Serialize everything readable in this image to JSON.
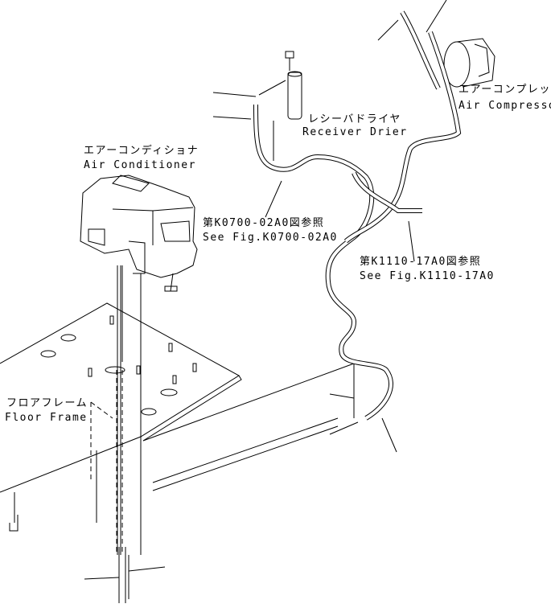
{
  "labels": {
    "air_compressor": {
      "jp": "エアーコンプレッサ",
      "en": "Air Compressor"
    },
    "receiver_drier": {
      "jp": "レシーバドライヤ",
      "en": "Receiver Drier"
    },
    "air_conditioner": {
      "jp": "エアーコンディショナ",
      "en": "Air Conditioner"
    },
    "ref_k0700": {
      "jp": "第K0700-02A0図参照",
      "en": "See Fig.K0700-02A0"
    },
    "ref_k1110": {
      "jp": "第K1110-17A0図参照",
      "en": "See Fig.K1110-17A0"
    },
    "floor_frame": {
      "jp": "フロアフレーム",
      "en": "Floor Frame"
    }
  }
}
